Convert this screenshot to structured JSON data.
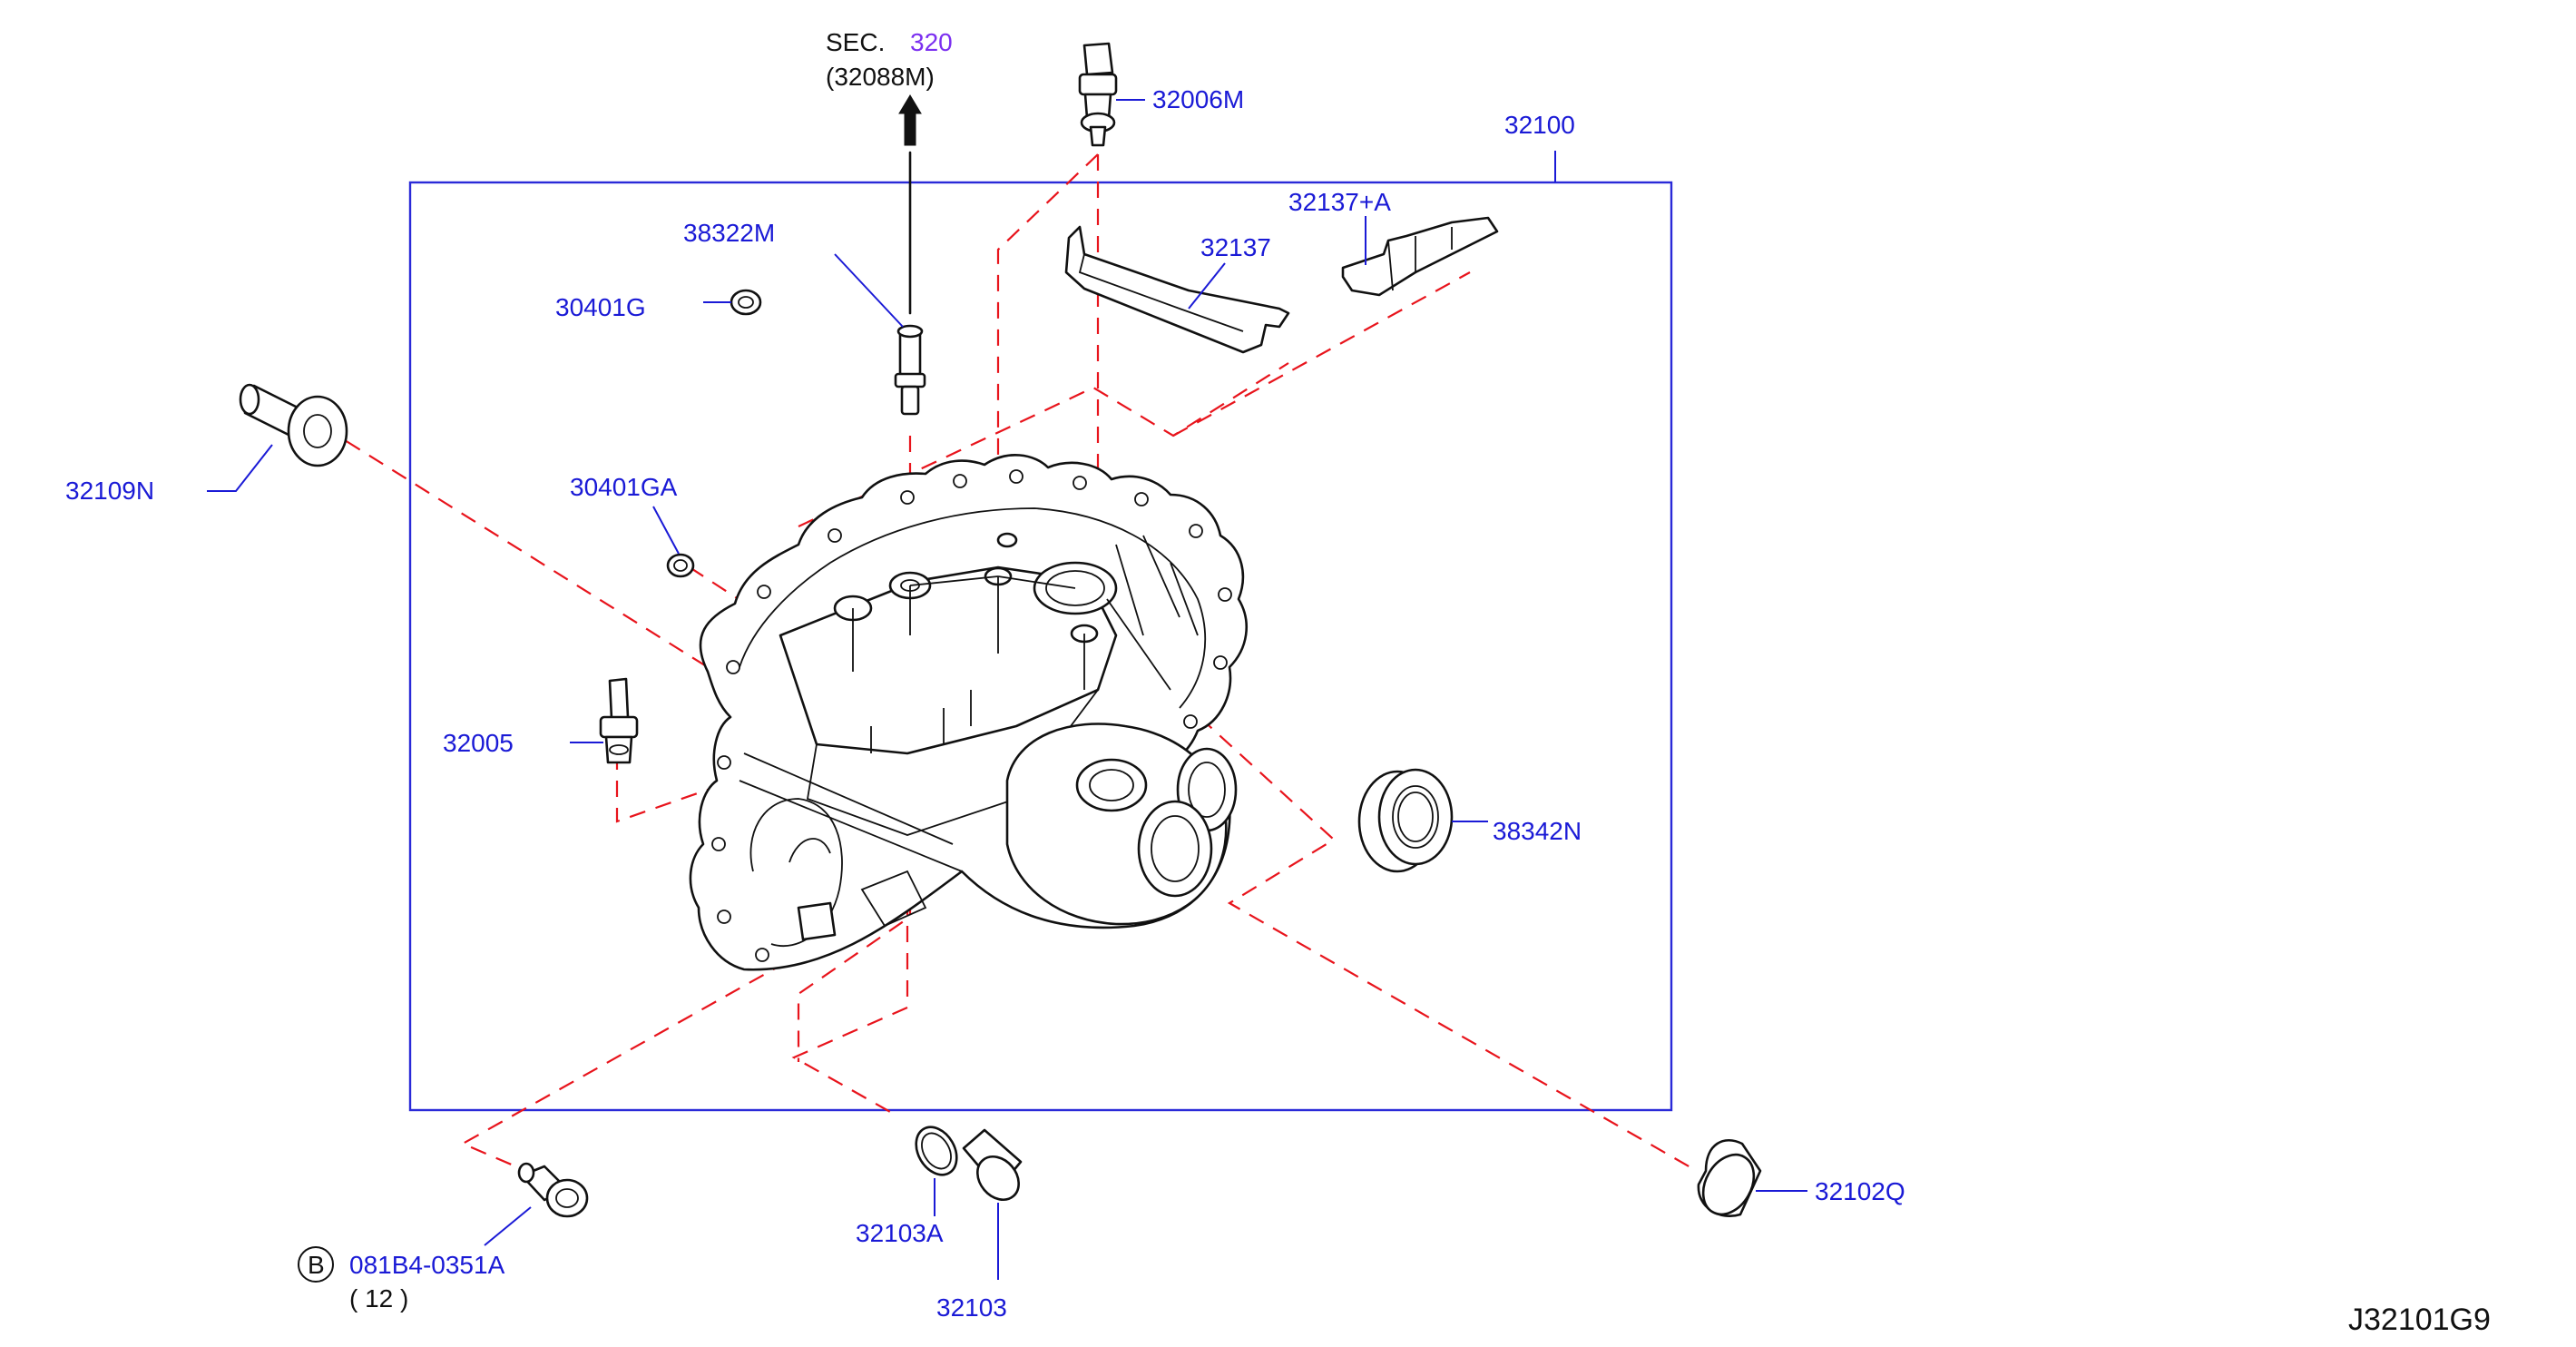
{
  "labels": {
    "sec_prefix": "SEC.",
    "sec_number": "320",
    "sec_ref": "(32088M)",
    "p32006M": "32006M",
    "p32100": "32100",
    "p32137A": "32137+A",
    "p38322M": "38322M",
    "p32137": "32137",
    "p30401G": "30401G",
    "p32109N": "32109N",
    "p30401GA": "30401GA",
    "p32005": "32005",
    "p38342N": "38342N",
    "p32102Q": "32102Q",
    "p32103A": "32103A",
    "p32103": "32103",
    "bolt_badge": "B",
    "bolt_code": "081B4-0351A",
    "bolt_qty": "( 12 )",
    "diagram_id": "J32101G9"
  },
  "colors": {
    "label_blue": "#1a1ad6",
    "frame_blue": "#2a2ad8",
    "dash_red": "#e8141c",
    "sec_purple": "#7b2ff0",
    "line_black": "#111111"
  }
}
